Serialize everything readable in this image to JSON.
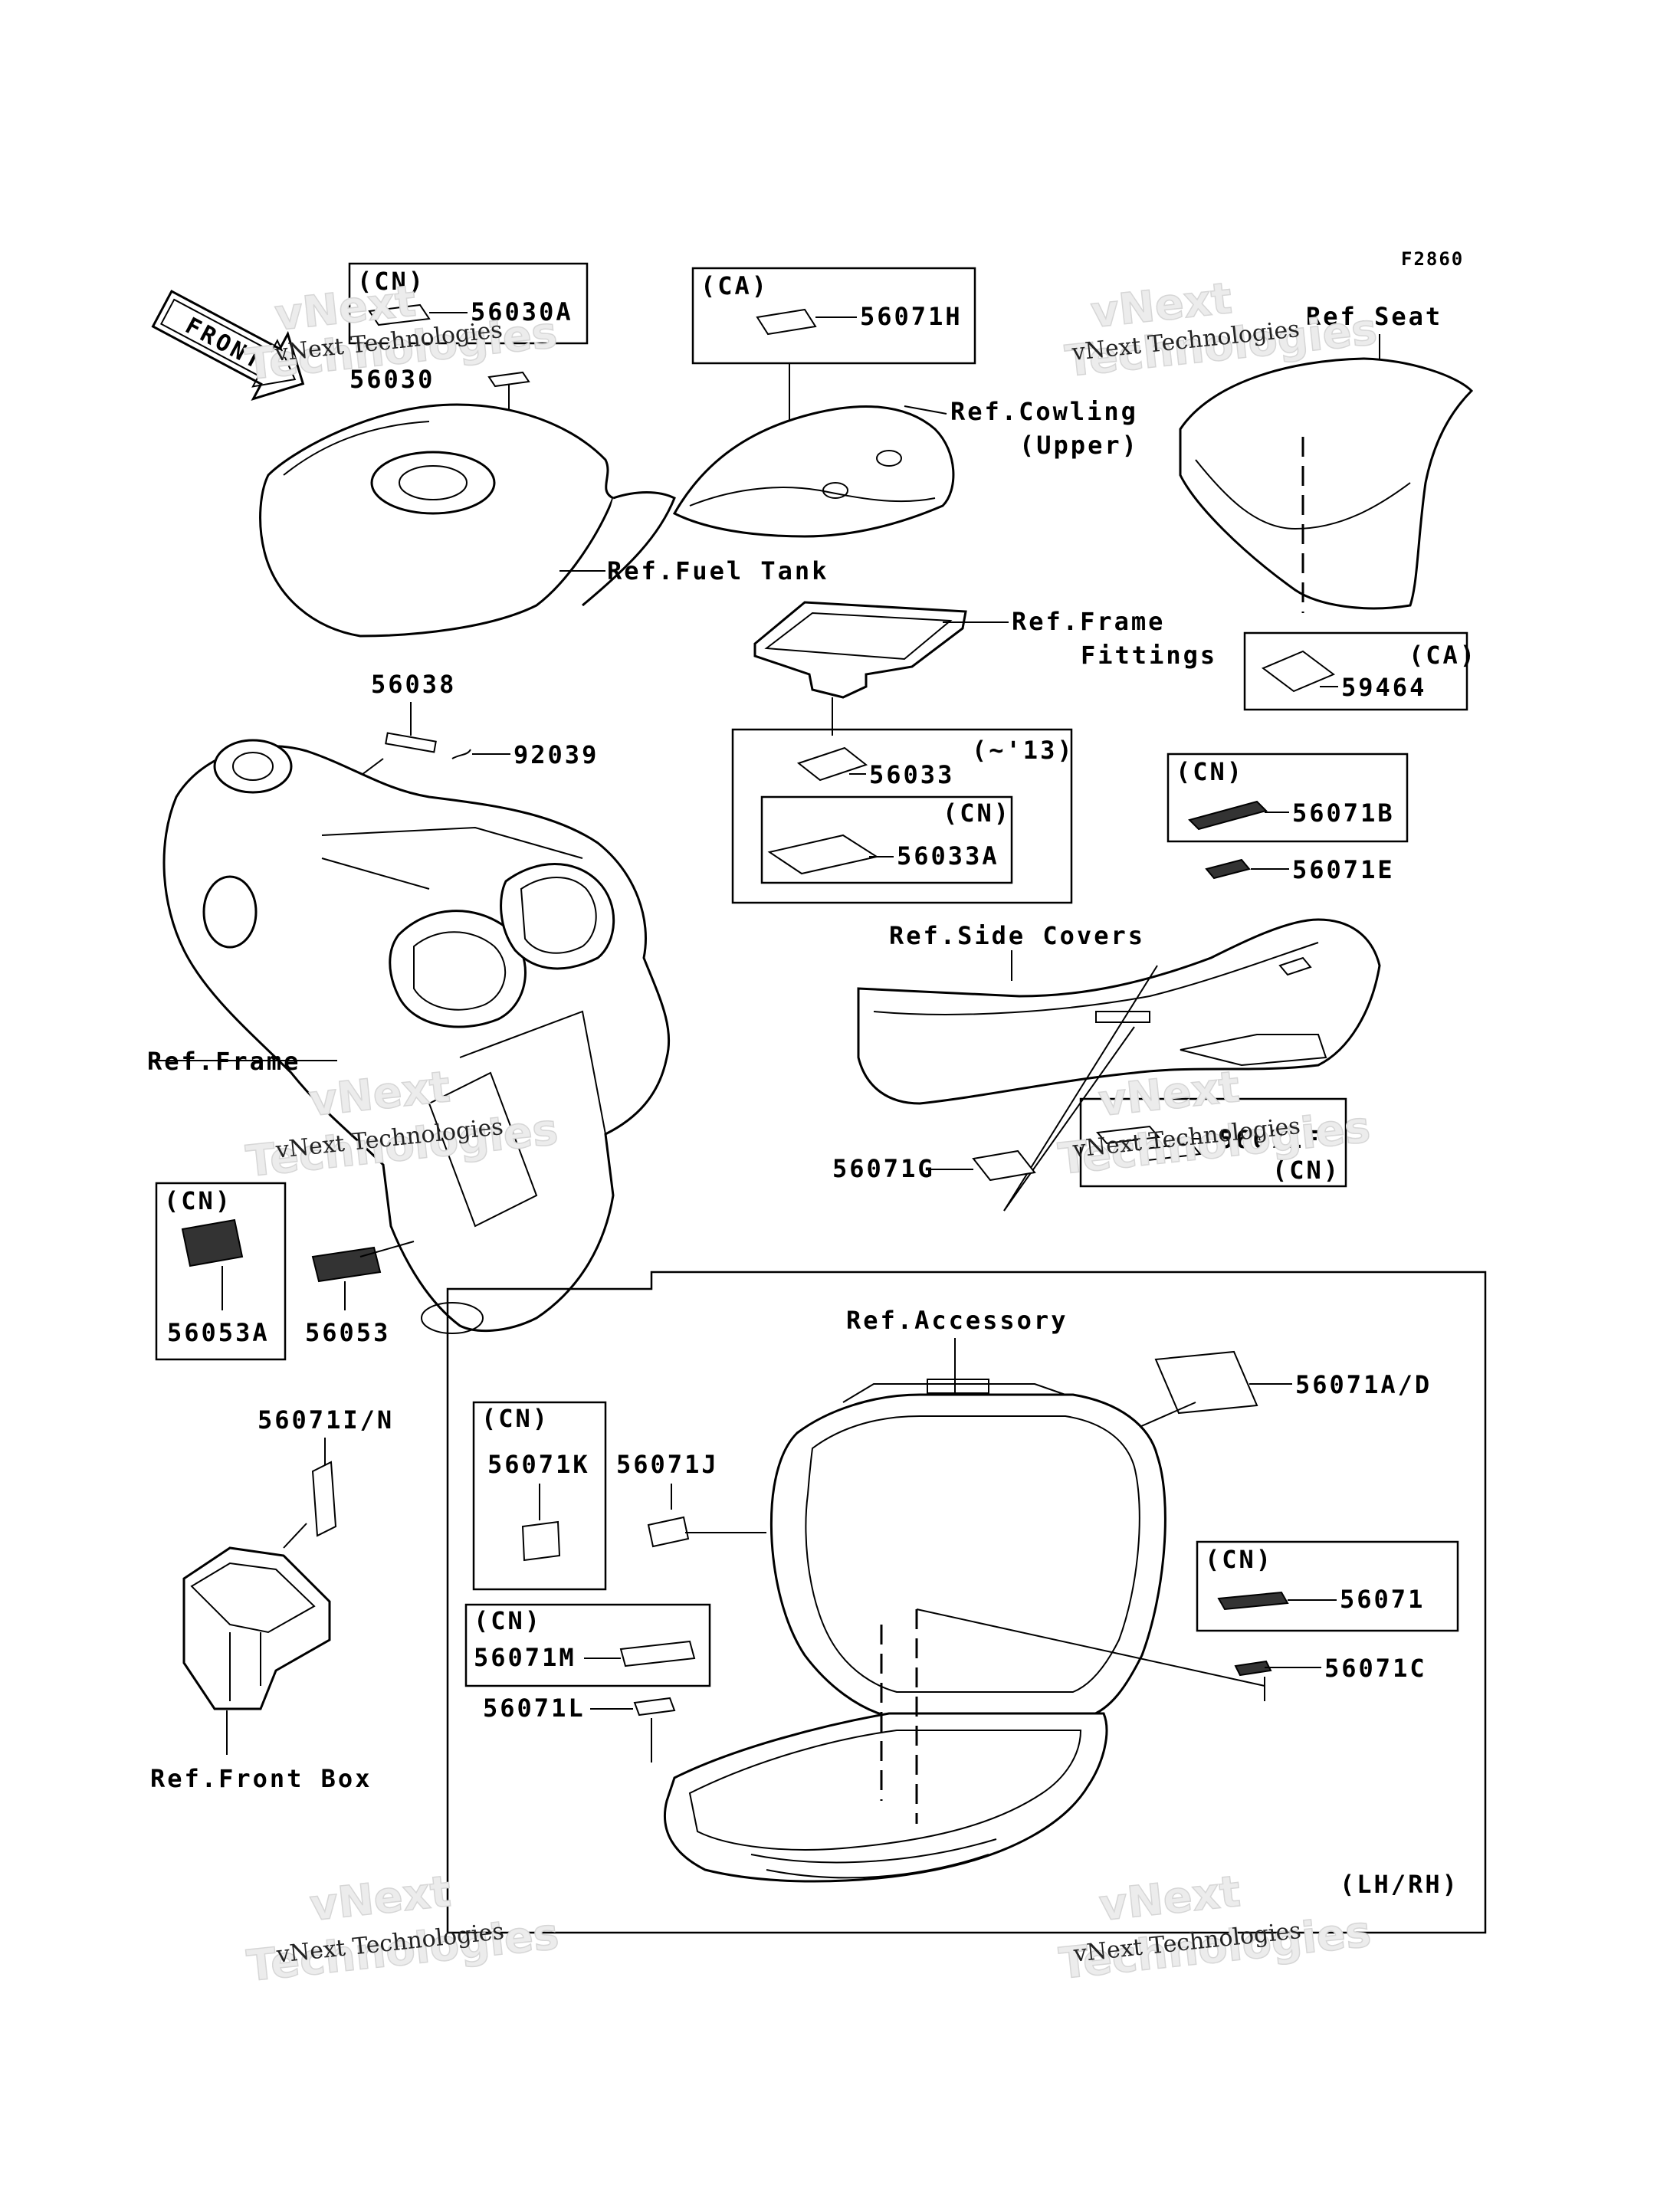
{
  "diagram_code": "F2860",
  "front_arrow": {
    "label": "FRONT"
  },
  "labels": {
    "p56030A": "56030A",
    "p56030": "56030",
    "p56071H": "56071H",
    "ref_cowling_1": "Ref.Cowling",
    "ref_cowling_2": "(Upper)",
    "ref_seat": "Ref.Seat",
    "ref_fuel_tank": "Ref.Fuel Tank",
    "ref_frame_fittings_1": "Ref.Frame",
    "ref_frame_fittings_2": "Fittings",
    "p59464": "59464",
    "p56038": "56038",
    "p92039": "92039",
    "p56033": "56033",
    "year_13": "(~'13)",
    "p56033A": "56033A",
    "p56071B": "56071B",
    "p56071E": "56071E",
    "ref_side_covers": "Ref.Side Covers",
    "ref_frame": "Ref.Frame",
    "p56071G": "56071G",
    "p56071F": "56071F",
    "p56053A": "56053A",
    "p56053": "56053",
    "ref_accessory": "Ref.Accessory",
    "p56071AD": "56071A/D",
    "p56071IN": "56071I/N",
    "p56071K": "56071K",
    "p56071J": "56071J",
    "p56071": "56071",
    "p56071C": "56071C",
    "p56071M": "56071M",
    "p56071L": "56071L",
    "ref_front_box": "Ref.Front Box",
    "lh_rh": "(LH/RH)"
  },
  "region_codes": {
    "cn": "(CN)",
    "ca": "(CA)"
  },
  "watermark": {
    "line1": "vNext Technologies",
    "line2_top": "vNext",
    "line2_bottom": "Technologies"
  }
}
